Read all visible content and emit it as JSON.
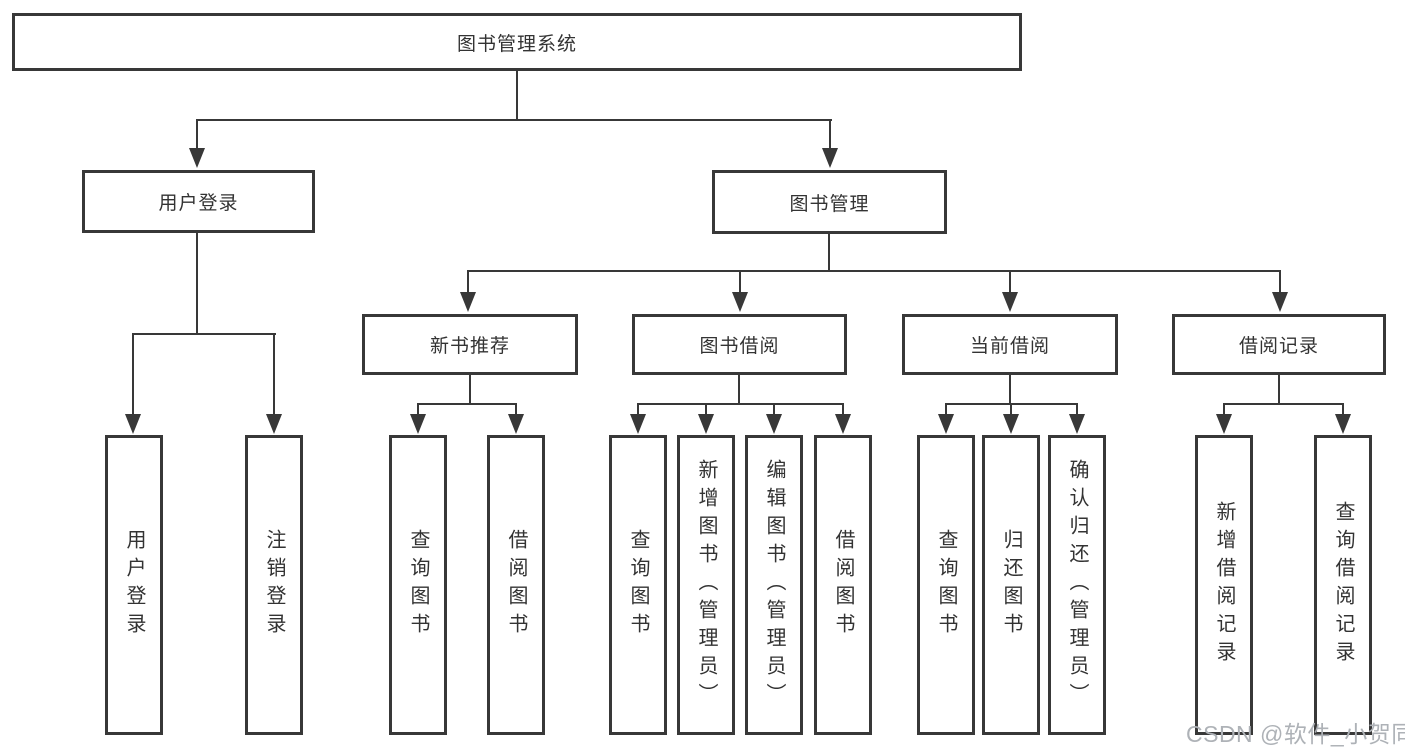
{
  "diagram": {
    "title": "图书管理系统",
    "branches": [
      {
        "label": "用户登录",
        "children": [
          "用户登录",
          "注销登录"
        ]
      },
      {
        "label": "图书管理",
        "children": [
          {
            "label": "新书推荐",
            "children": [
              "查询图书",
              "借阅图书"
            ]
          },
          {
            "label": "图书借阅",
            "children": [
              "查询图书",
              "新增图书（管理员）",
              "编辑图书（管理员）",
              "借阅图书"
            ]
          },
          {
            "label": "当前借阅",
            "children": [
              "查询图书",
              "归还图书",
              "确认归还（管理员）"
            ]
          },
          {
            "label": "借阅记录",
            "children": [
              "新增借阅记录",
              "查询借阅记录"
            ]
          }
        ]
      }
    ]
  },
  "watermark": {
    "text": "CSDN @软件_小贺同学"
  },
  "colors": {
    "line": "#383838",
    "text": "#333333",
    "watermark": "#aeb2b7",
    "background": "#ffffff"
  }
}
